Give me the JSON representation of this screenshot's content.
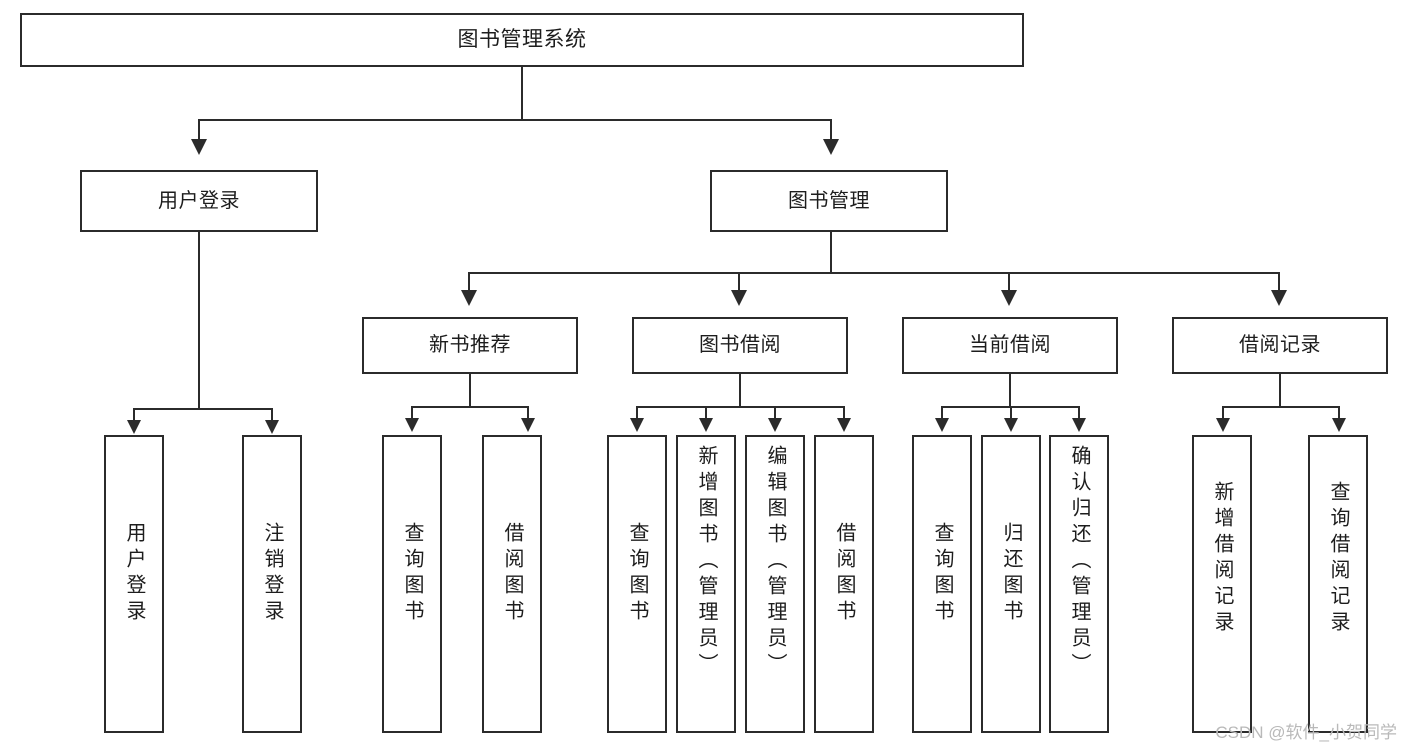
{
  "diagram": {
    "title": "图书管理系统",
    "type": "hierarchy-tree",
    "root": {
      "label": "图书管理系统"
    },
    "level1": [
      {
        "label": "用户登录"
      },
      {
        "label": "图书管理"
      }
    ],
    "level2": [
      {
        "label": "新书推荐"
      },
      {
        "label": "图书借阅"
      },
      {
        "label": "当前借阅"
      },
      {
        "label": "借阅记录"
      }
    ],
    "leaves": {
      "user_login": [
        {
          "label": "用户登录"
        },
        {
          "label": "注销登录"
        }
      ],
      "new_book_recommend": [
        {
          "label": "查询图书"
        },
        {
          "label": "借阅图书"
        }
      ],
      "book_borrow": [
        {
          "label": "查询图书"
        },
        {
          "label": "新增图书（管理员）"
        },
        {
          "label": "编辑图书（管理员）"
        },
        {
          "label": "借阅图书"
        }
      ],
      "current_borrow": [
        {
          "label": "查询图书"
        },
        {
          "label": "归还图书"
        },
        {
          "label": "确认归还（管理员）"
        }
      ],
      "borrow_record": [
        {
          "label": "新增借阅记录"
        },
        {
          "label": "查询借阅记录"
        }
      ]
    }
  },
  "watermark": {
    "text": "CSDN @软件_小贺同学"
  },
  "colors": {
    "stroke": "#2b2b2b",
    "text": "#1d1d1d",
    "background": "#ffffff",
    "watermark": "#b9b9b9"
  }
}
